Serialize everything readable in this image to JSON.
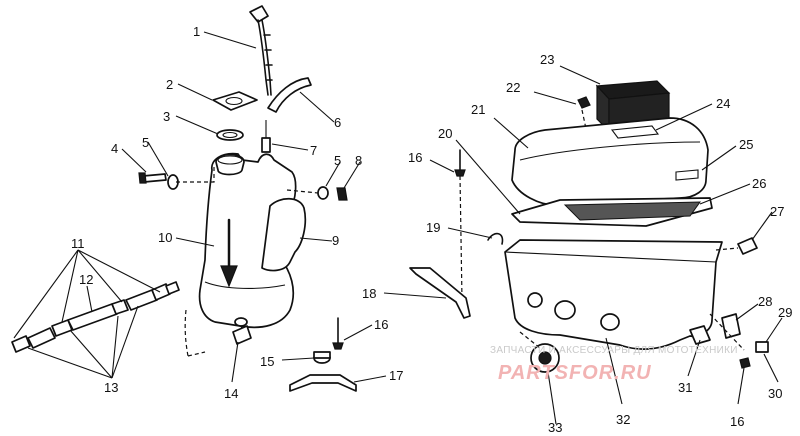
{
  "labels": [
    "1",
    "2",
    "3",
    "4",
    "5",
    "5",
    "6",
    "7",
    "8",
    "9",
    "10",
    "11",
    "12",
    "13",
    "14",
    "15",
    "16",
    "17",
    "18",
    "16",
    "19",
    "20",
    "21",
    "22",
    "23",
    "24",
    "25",
    "26",
    "27",
    "28",
    "29",
    "30",
    "31",
    "16",
    "32",
    "33"
  ],
  "watermark": {
    "line1": "ЗАПЧАСТИ И АКСЕССУАРЫ ДЛЯ МОТОТЕХНИКИ",
    "line2": "PARTSFOR.RU"
  }
}
